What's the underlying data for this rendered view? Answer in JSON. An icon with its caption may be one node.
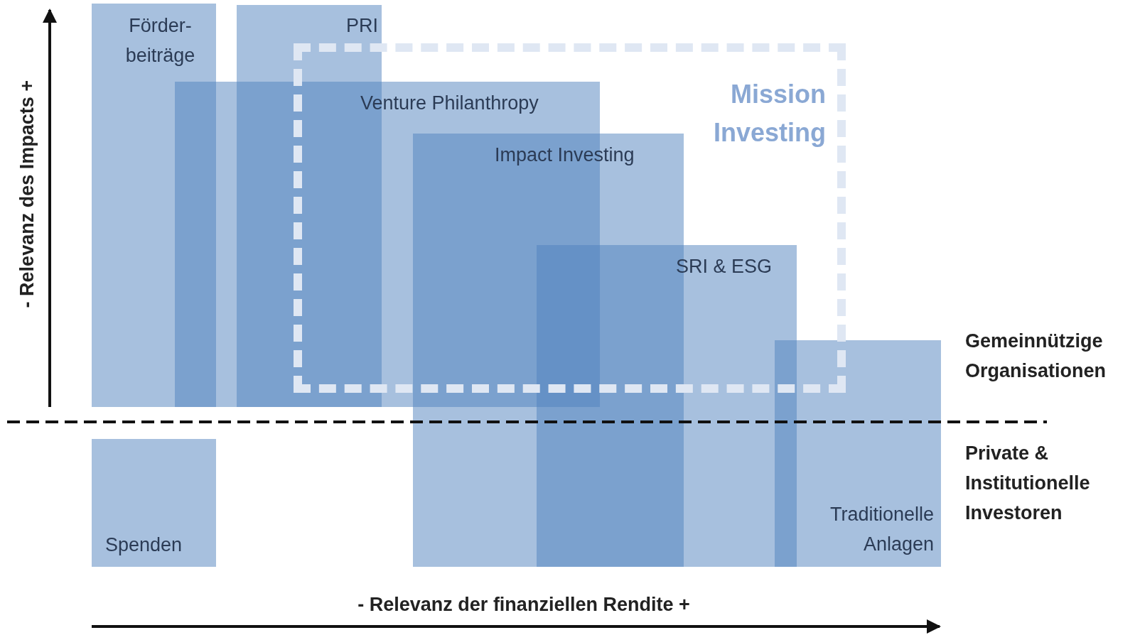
{
  "diagram": {
    "nodes": [
      {
        "text": [
          "Förder- beiträge"
        ]
      },
      {
        "text": [
          "PRI"
        ]
      },
      {
        "text": [
          "Venture Philanthropy"
        ]
      },
      {
        "text": [
          "Impact Investing"
        ]
      },
      {
        "text": [
          "SRI & ESG"
        ]
      },
      {
        "text": [
          "Traditionelle Anlagen"
        ]
      },
      {
        "text": [
          "Spenden"
        ]
      },
      {
        "text": [
          "Mission Investing"
        ]
      }
    ],
    "edges": [],
    "labels": [
      "- Relevanz des Impacts +",
      "Gemeinnützige Organisationen",
      "Private & Institutionelle Investoren",
      "- Relevanz der finanziellen Rendite +"
    ]
  }
}
